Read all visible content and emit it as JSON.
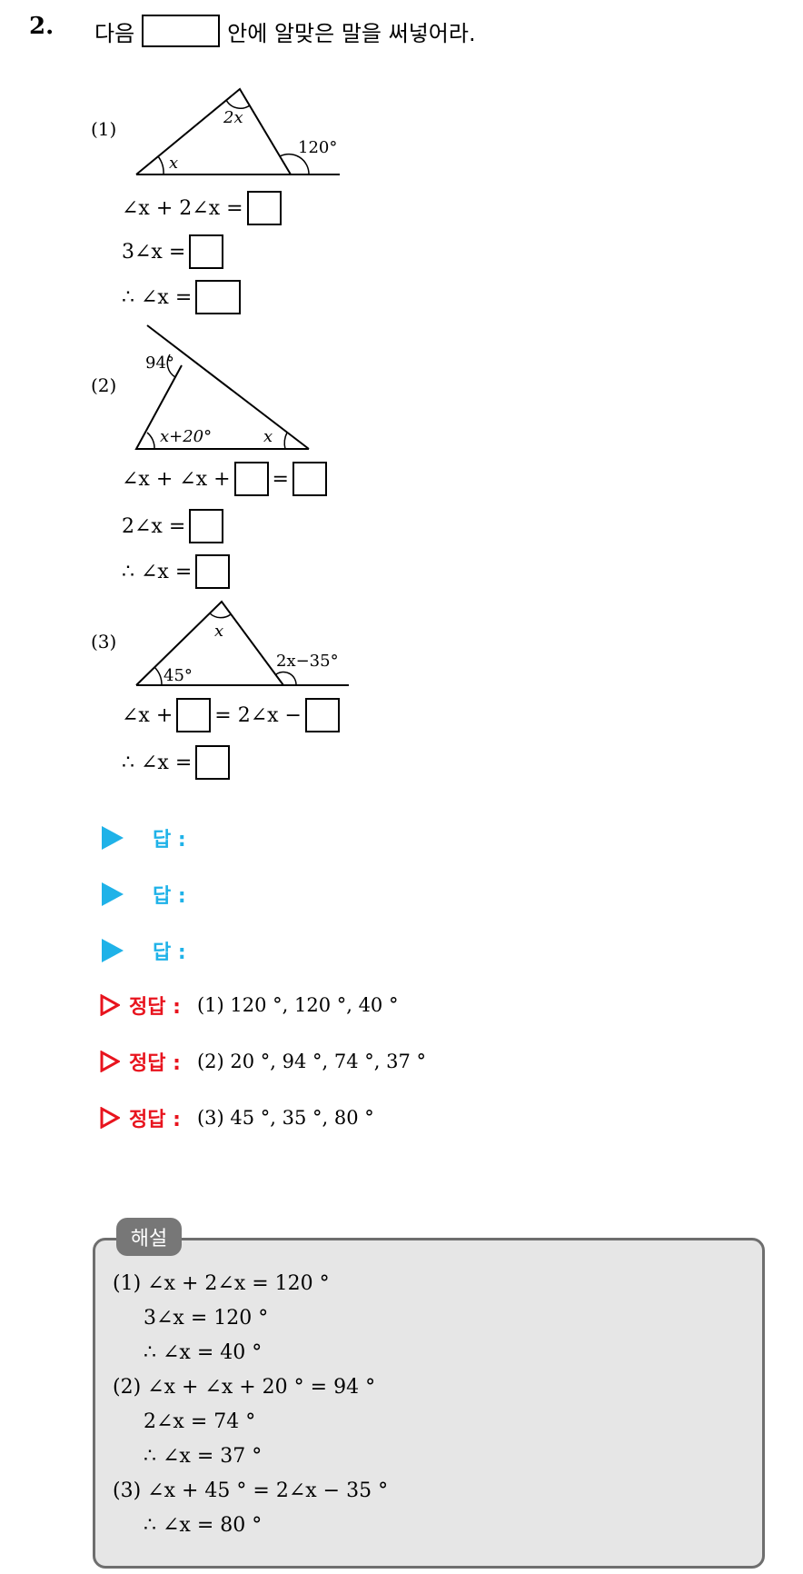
{
  "question": {
    "number": "2.",
    "text_before": "다음",
    "text_after": "안에 알맞은 말을 써넣어라."
  },
  "problems": [
    {
      "label": "(1)",
      "angle_top": "2x",
      "angle_left": "x",
      "angle_ext": "120°",
      "lines": [
        {
          "text": "∠x + 2∠x ="
        },
        {
          "text": "3∠x ="
        },
        {
          "text": "∴  ∠x ="
        }
      ]
    },
    {
      "label": "(2)",
      "angle_ext": "94°",
      "angle_left": "x+20°",
      "angle_right": "x",
      "lines": [
        {
          "a": "∠x + ∠x +",
          "b": "="
        },
        {
          "text": "2∠x ="
        },
        {
          "text": "∴  ∠x ="
        }
      ]
    },
    {
      "label": "(3)",
      "angle_top": "x",
      "angle_left": "45°",
      "angle_ext": "2x−35°",
      "lines": [
        {
          "a": "∠x +",
          "b": "= 2∠x −"
        },
        {
          "text": "∴  ∠x ="
        }
      ]
    }
  ],
  "answers": {
    "label": "답 :",
    "count_note": "",
    "solutions_label": "정답 :",
    "solutions": [
      "(1) 120 °, 120 °, 40 °",
      "(2) 20 °, 94 °, 74 °, 37 °",
      "(3) 45 °, 35 °, 80 °"
    ]
  },
  "explanation": {
    "tag": "해설",
    "lines": [
      "(1) ∠x + 2∠x = 120 °",
      "3∠x = 120 °",
      "∴  ∠x = 40 °",
      "(2) ∠x + ∠x + 20 ° = 94 °",
      "2∠x = 74 °",
      "∴  ∠x = 37 °",
      "(3) ∠x + 45 ° = 2∠x − 35 °",
      "∴  ∠x = 80 °"
    ]
  },
  "colors": {
    "answer_marker": "#1fb2e8",
    "solution_marker": "#e8141e",
    "panel_bg": "#e6e6e6",
    "panel_border": "#6e6e6e",
    "tag_bg": "#777777"
  }
}
